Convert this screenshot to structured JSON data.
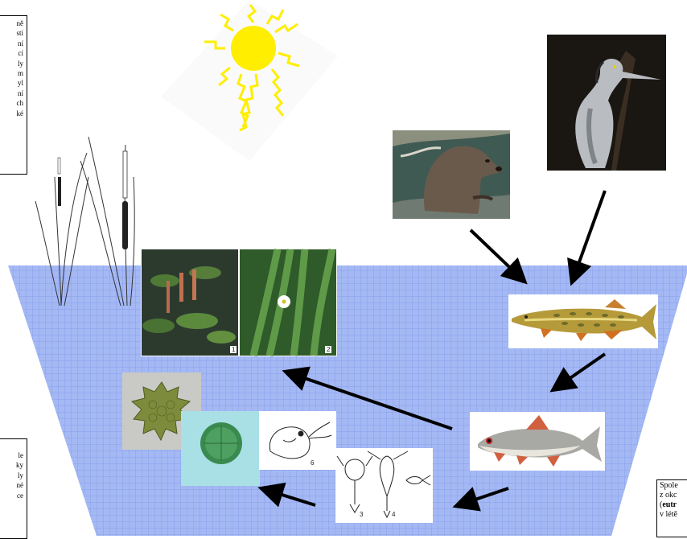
{
  "text_box_top_left": "ně\nstí\nní\ncí\nly\nm\nyl\nní\nch\nké",
  "text_box_bottom_left": "le\nky\nly\nné\nce",
  "text_box_bottom_right": {
    "line1": "Spole",
    "line2": "z okc",
    "line3_open": "(",
    "line3_bold": "eutr",
    "line4": "v létě"
  },
  "plant_panel_labels": [
    "1",
    "2"
  ],
  "zooplankton_labels": [
    "3",
    "4",
    "6"
  ],
  "colors": {
    "water": "#9db2f2",
    "water_grid": "#7c93e6",
    "sun": "#ffee00",
    "arrow": "#000000"
  },
  "icons": [
    "sun-icon",
    "cattail-icon",
    "heron-photo",
    "otter-photo",
    "pike-photo",
    "roach-photo",
    "water-plants-photo",
    "algae-photo",
    "zooplankton-drawing"
  ]
}
